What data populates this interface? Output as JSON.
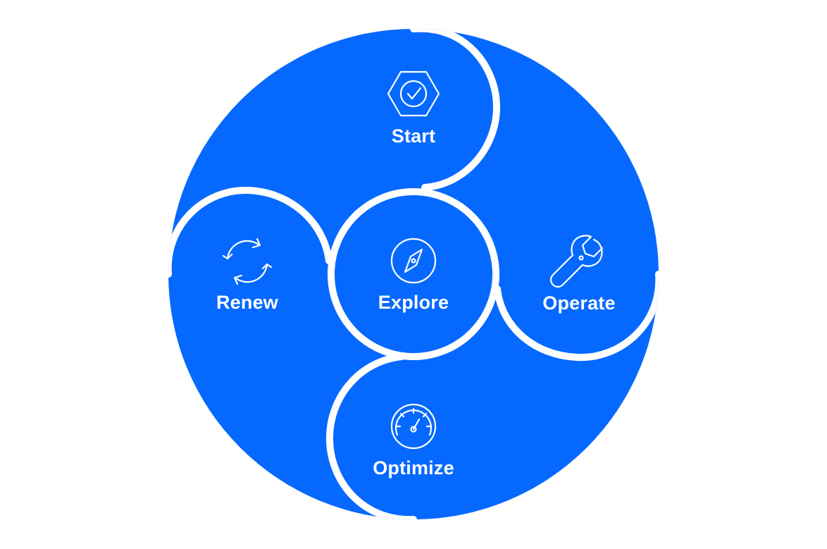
{
  "diagram": {
    "colors": {
      "fill": "#0669FF",
      "divider": "#FFFFFF",
      "text": "#FFFFFF"
    },
    "segments": {
      "start": {
        "label": "Start",
        "icon": "hexagon-check-icon"
      },
      "operate": {
        "label": "Operate",
        "icon": "wrench-icon"
      },
      "optimize": {
        "label": "Optimize",
        "icon": "gauge-icon"
      },
      "renew": {
        "label": "Renew",
        "icon": "refresh-cycle-icon"
      },
      "explore": {
        "label": "Explore",
        "icon": "compass-icon"
      }
    }
  }
}
